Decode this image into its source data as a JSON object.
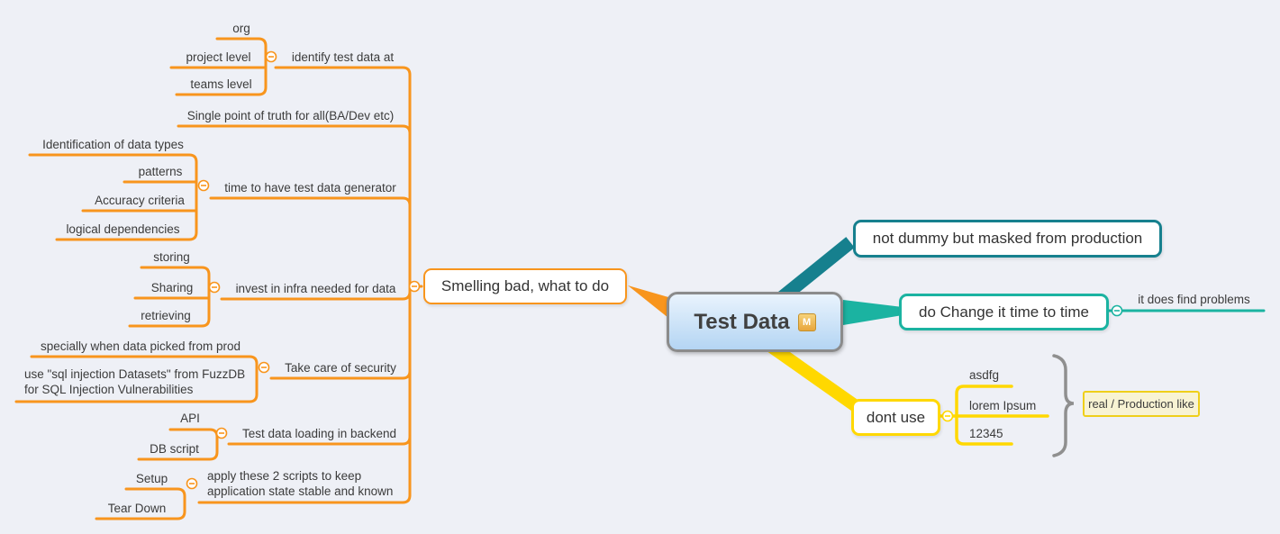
{
  "root": {
    "label": "Test Data",
    "marker": "M"
  },
  "main_branches": {
    "smelling": {
      "label": "Smelling bad, what to do"
    },
    "not_dummy": {
      "label": "not dummy but masked from production"
    },
    "change": {
      "label": "do Change it time to time",
      "child": "it does find problems"
    },
    "dont_use": {
      "label": "dont use",
      "children": [
        "asdfg",
        "lorem Ipsum",
        "12345"
      ],
      "summary": "real / Production like"
    }
  },
  "smelling_topics": [
    {
      "label": "identify test data at",
      "children": [
        "org",
        "project level",
        "teams level"
      ]
    },
    {
      "label": "Single point of truth for all(BA/Dev etc)",
      "children": []
    },
    {
      "label": "time to have test data generator",
      "children": [
        "Identification of data types",
        "patterns",
        "Accuracy criteria",
        "logical dependencies"
      ]
    },
    {
      "label": "invest in infra needed for data",
      "children": [
        "storing",
        "Sharing",
        "retrieving"
      ]
    },
    {
      "label": "Take care of security",
      "children": [
        "specially when data picked from prod",
        "use \"sql injection Datasets\" from FuzzDB\nfor SQL Injection Vulnerabilities"
      ]
    },
    {
      "label": "Test data loading in backend",
      "children": [
        "API",
        "DB script"
      ]
    },
    {
      "label": "apply these 2 scripts to keep\napplication state stable and known",
      "children": [
        "Setup",
        "Tear Down"
      ]
    }
  ],
  "colors": {
    "branch_orange": "#F8951D",
    "branch_teal_dark": "#16808E",
    "branch_teal": "#1BB3A1",
    "branch_yellow": "#FFD800",
    "center_border": "#8B8B8B",
    "summary_bg": "#F8F3D3"
  }
}
